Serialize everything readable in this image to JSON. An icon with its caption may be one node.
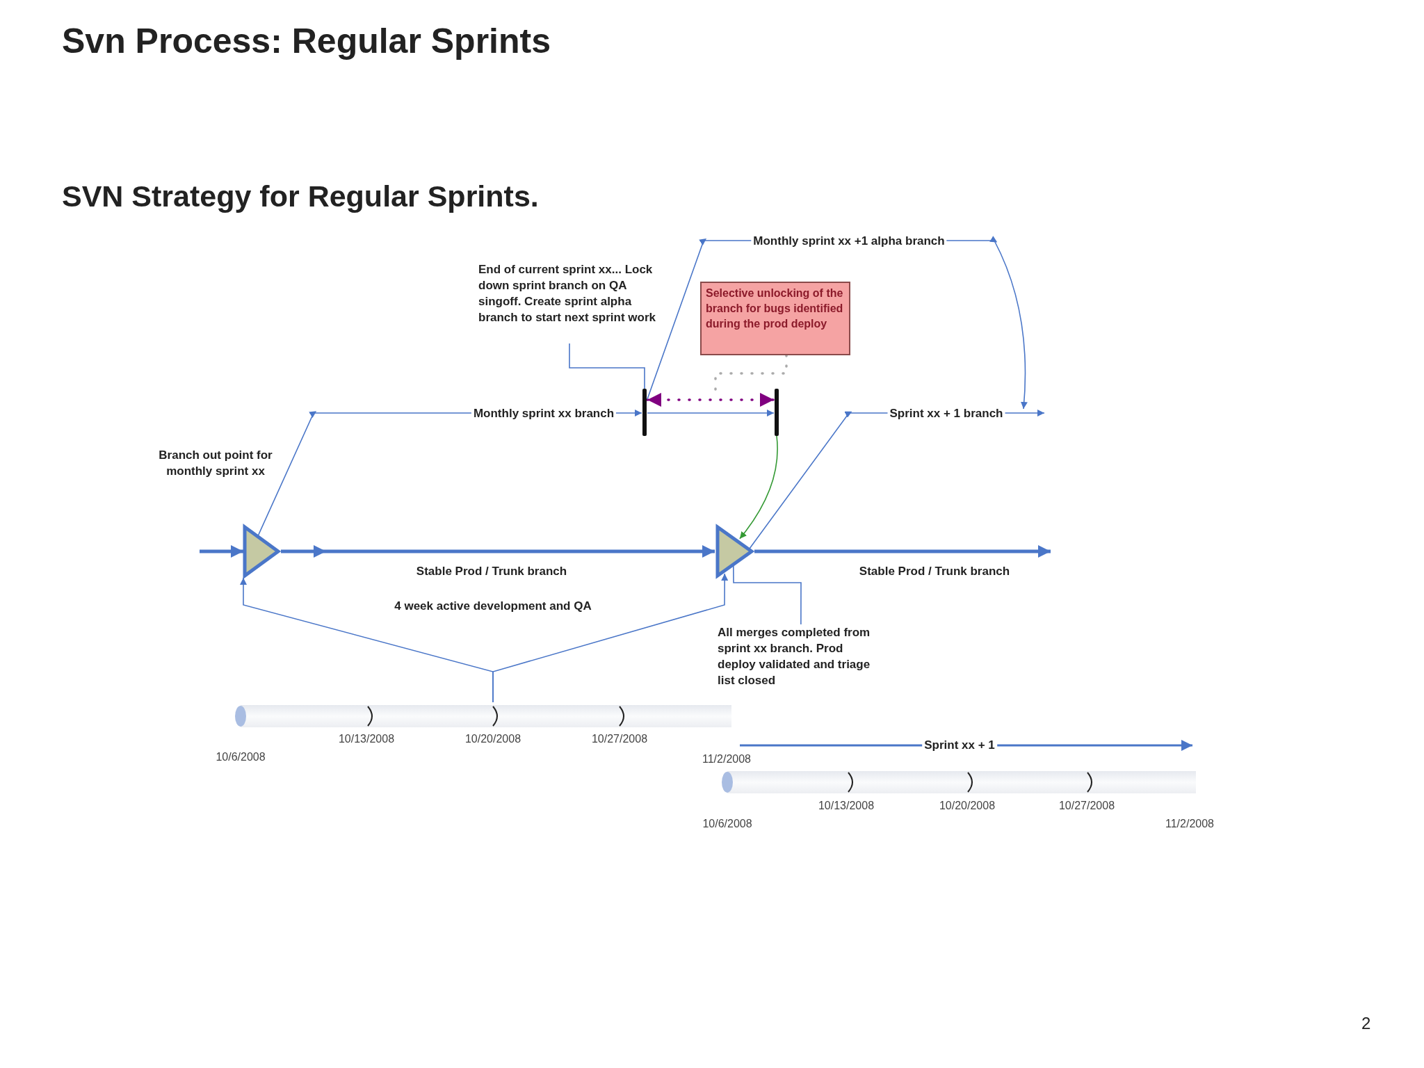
{
  "diagram": {
    "title": "Svn Process: Regular Sprints",
    "nodes": [
      {
        "text": [
          "End of current sprint xx... Lock down sprint branch on QA singoff. Create sprint alpha branch to start next sprint work"
        ]
      },
      {
        "text": [
          "Selective unlocking of the branch for bugs identified during the prod deploy"
        ]
      },
      {
        "text": [],
        "shape": "bar"
      },
      {
        "text": [],
        "shape": "bar"
      },
      {
        "text": [],
        "shape": "triangle"
      },
      {
        "text": [],
        "shape": "triangle"
      },
      {
        "text": [
          "All merges completed from sprint xx branch. Prod deploy validated and triage list closed"
        ]
      },
      {
        "text": [],
        "shape": "bar",
        "beside": [
          "10/6/2008",
          "10/13/2008",
          "10/20/2008",
          "10/27/2008"
        ]
      },
      {
        "text": [],
        "shape": "bar",
        "beside": [
          "10/6/2008",
          "10/13/2008",
          "10/20/2008",
          "10/27/2008",
          "11/2/2008"
        ]
      }
    ],
    "edges": [
      {
        "from": null,
        "to": 4,
        "arrow": "to",
        "style": "thick"
      },
      {
        "from": 4,
        "to": 5,
        "arrow": "to",
        "label": "Stable Prod / Trunk branch",
        "style": "thick"
      },
      {
        "from": 5,
        "to": null,
        "arrow": "to",
        "label": "Stable Prod / Trunk branch",
        "style": "thick"
      },
      {
        "from": 4,
        "to": 2,
        "arrow": "to",
        "label": "Monthly sprint xx branch"
      },
      {
        "from": 2,
        "to": 3,
        "arrow": "to"
      },
      {
        "from": 2,
        "to": 3,
        "arrow": "both",
        "style": "dashed",
        "color": "#800080"
      },
      {
        "from": 3,
        "to": 5,
        "arrow": "to",
        "color": "#339933"
      },
      {
        "from": 2,
        "to": null,
        "arrow": "to",
        "label": "Monthly sprint xx +1 alpha branch"
      },
      {
        "from": 5,
        "to": null,
        "arrow": "to",
        "label": "Sprint xx + 1 branch"
      },
      {
        "from": 0,
        "to": 2,
        "arrow": "none"
      },
      {
        "from": 1,
        "to": null,
        "arrow": "none",
        "style": "dashed",
        "color": "#aaaaaa"
      },
      {
        "from": 6,
        "to": 5,
        "arrow": "none"
      },
      {
        "from": 7,
        "to": 4,
        "arrow": "to"
      },
      {
        "from": 7,
        "to": 5,
        "arrow": "to"
      }
    ],
    "labels": [
      "SVN Strategy for Regular Sprints.",
      "Branch out point for monthly sprint xx",
      "4 week active development and QA",
      "11/2/2008",
      "Sprint xx + 1",
      "2"
    ]
  }
}
